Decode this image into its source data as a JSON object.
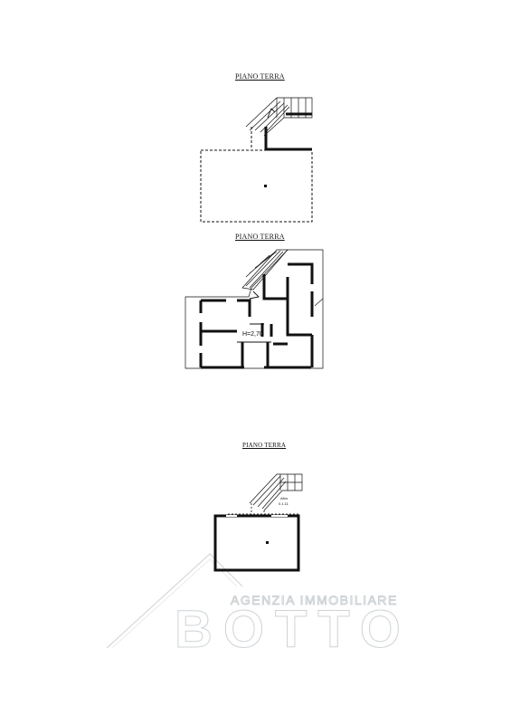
{
  "plans": [
    {
      "title": "PIANO TERRA"
    },
    {
      "title": "PIANO TERRA",
      "height_label": "H=2,70"
    },
    {
      "title": "PIANO TERRA",
      "room_label_line1": "Altro",
      "room_label_line2": "0.1.11"
    }
  ],
  "watermark": {
    "line1": "AGENZIA IMMOBILIARE",
    "line2": "BOTTO"
  },
  "colors": {
    "wall": "#111111",
    "paper": "#ffffff",
    "watermark_outline": "#cfd3d6"
  }
}
